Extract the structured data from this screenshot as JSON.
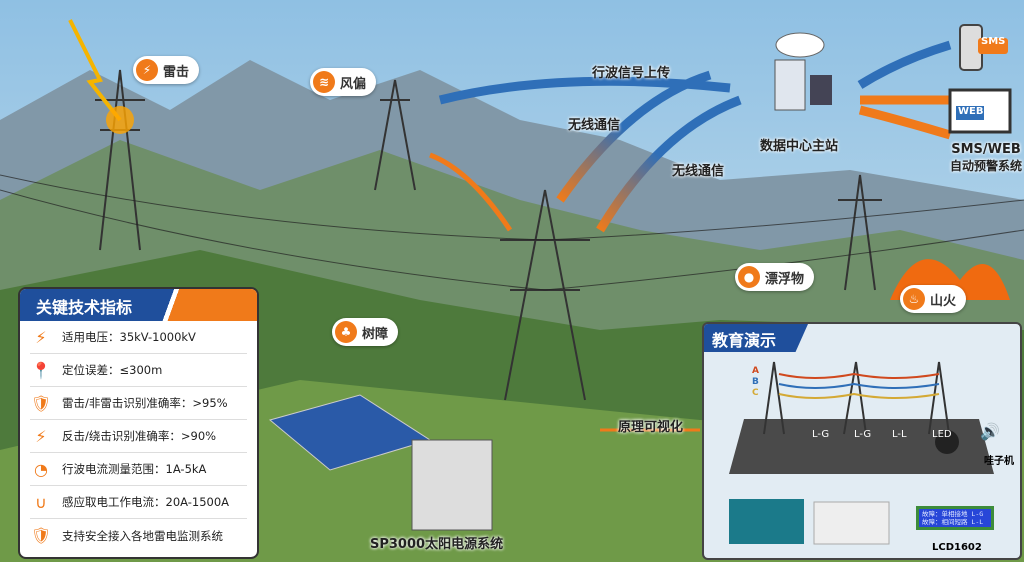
{
  "hazards": {
    "lightning": "雷击",
    "wind": "风偏",
    "tree": "树障",
    "floating": "漂浮物",
    "fire": "山火"
  },
  "flow": {
    "upload": "行波信号上传",
    "wireless1": "无线通信",
    "wireless2": "无线通信",
    "datacenter": "数据中心主站",
    "sms": "SMS",
    "web": "WEB",
    "alert_line1": "SMS/WEB",
    "alert_line2": "自动预警系统",
    "principle": "原理可视化",
    "solar": "SP3000太阳电源系统"
  },
  "key_panel": {
    "title": "关键技术指标",
    "items": [
      {
        "icon": "tower-icon",
        "text": "适用电压：35kV-1000kV"
      },
      {
        "icon": "location-ruler-icon",
        "text": "定位误差：≤300m"
      },
      {
        "icon": "shield-lightning-icon",
        "text": "雷击/非雷击识别准确率：>95%"
      },
      {
        "icon": "tower-strike-icon",
        "text": "反击/绕击识别准确率：>90%"
      },
      {
        "icon": "gauge-icon",
        "text": "行波电流测量范围：1A-5kA"
      },
      {
        "icon": "magnet-icon",
        "text": "感应取电工作电流：20A-1500A"
      },
      {
        "icon": "shield-icon",
        "text": "支持安全接入各地雷电监测系统"
      }
    ]
  },
  "edu": {
    "title": "教育演示",
    "phases": [
      "A",
      "B",
      "C"
    ],
    "switches": [
      "L-G",
      "L-G",
      "L-L"
    ],
    "led": "LED",
    "buzzer": "哇子机",
    "lcd_line1": "故障：单相接地 L-G",
    "lcd_line2": "故障：相间短路 L-L",
    "lcd_label": "LCD1602"
  },
  "colors": {
    "blue": "#1f4f9c",
    "orange": "#f07a1a"
  }
}
